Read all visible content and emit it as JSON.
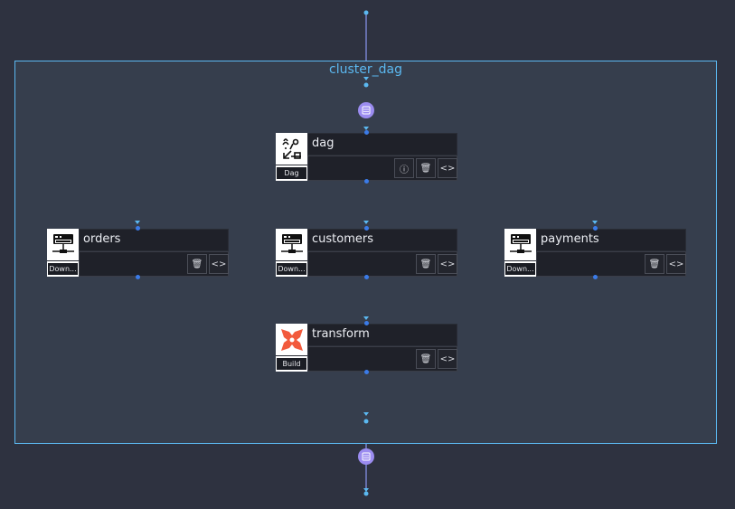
{
  "canvas": {
    "background": "#2e3240",
    "edge_color": "#8a95f0",
    "accent": "#5bb8f0"
  },
  "cluster": {
    "label": "cluster_dag"
  },
  "nodes": {
    "dag": {
      "title": "dag",
      "subtitle": "Dag",
      "icon": "dag-icon"
    },
    "orders": {
      "title": "orders",
      "subtitle": "Down...",
      "icon": "http-download-icon"
    },
    "customers": {
      "title": "customers",
      "subtitle": "Down...",
      "icon": "http-download-icon"
    },
    "payments": {
      "title": "payments",
      "subtitle": "Down...",
      "icon": "http-download-icon"
    },
    "transform": {
      "title": "transform",
      "subtitle": "Build",
      "icon": "dbt-icon"
    }
  },
  "actions": {
    "info": "ⓘ",
    "delete": "🗑",
    "code": "<>"
  }
}
